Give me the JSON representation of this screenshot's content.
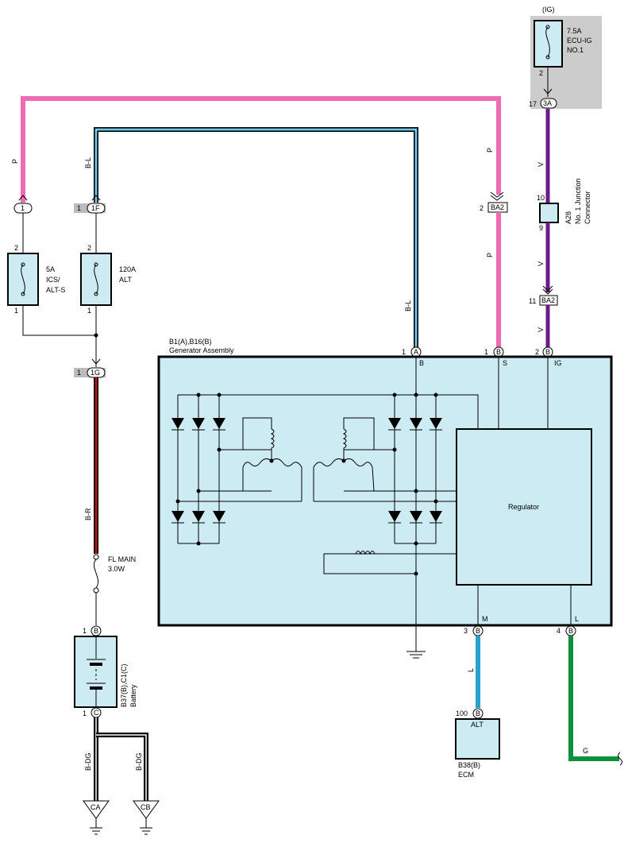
{
  "colors": {
    "pink": "#f06ab4",
    "purple": "#6a1a8c",
    "blue": "#2aa0d0",
    "green": "#10903a",
    "red": "#e01010",
    "component_fill": "#cdebf3",
    "ig_panel": "#cccccc",
    "pin_gray": "#bbbbbb"
  },
  "ig_fuse": {
    "supply": "(IG)",
    "name_line1": "7.5A",
    "name_line2": "ECU-IG",
    "name_line3": "NO.1",
    "pin_bottom": "2",
    "pin_ref": "17",
    "conn": "3A"
  },
  "junction": {
    "name_line1": "A28",
    "name_line2": "No. 1 Junction",
    "name_line3": "Connector",
    "pin_top": "10",
    "pin_bottom": "9"
  },
  "wires": {
    "pink_color": "P",
    "bl_color": "B-L",
    "purple_color": "V",
    "br_color": "B-R",
    "blue_color": "L",
    "green_color": "G",
    "ground_color": "B-DG"
  },
  "connectors": {
    "pink_top_pin": "1",
    "bl_ref": "1",
    "bl_top": "1F",
    "fuse_out_ref": "1",
    "fuse_out": "1G",
    "ba2_ref1": "2",
    "ba2_ref2": "11",
    "ba2": "BA2"
  },
  "fuses": {
    "icsalt_name1": "5A",
    "icsalt_name2": "ICS/",
    "icsalt_name3": "ALT-S",
    "alt_name1": "120A",
    "alt_name2": "ALT",
    "pin_top": "2",
    "pin_bottom": "1"
  },
  "fl_main": {
    "name1": "FL MAIN",
    "name2": "3.0W"
  },
  "generator": {
    "title1": "B1(A),B16(B)",
    "title2": "Generator Assembly",
    "terminal_b": "B",
    "terminal_s": "S",
    "terminal_ig": "IG",
    "terminal_m": "M",
    "terminal_l": "L",
    "pin1": "1",
    "pin2": "2",
    "pin3": "3",
    "pin4": "4",
    "conn_a": "A",
    "conn_b": "B",
    "regulator": "Regulator"
  },
  "battery": {
    "name1": "B37(B),C1(C)",
    "name2": "Battery",
    "pin1": "1",
    "conn_b": "B",
    "conn_c": "C"
  },
  "ecm": {
    "pin": "100",
    "conn": "B",
    "terminal": "ALT",
    "name1": "B38(B)",
    "name2": "ECM"
  },
  "grounds": {
    "ca": "CA",
    "cb": "CB"
  }
}
